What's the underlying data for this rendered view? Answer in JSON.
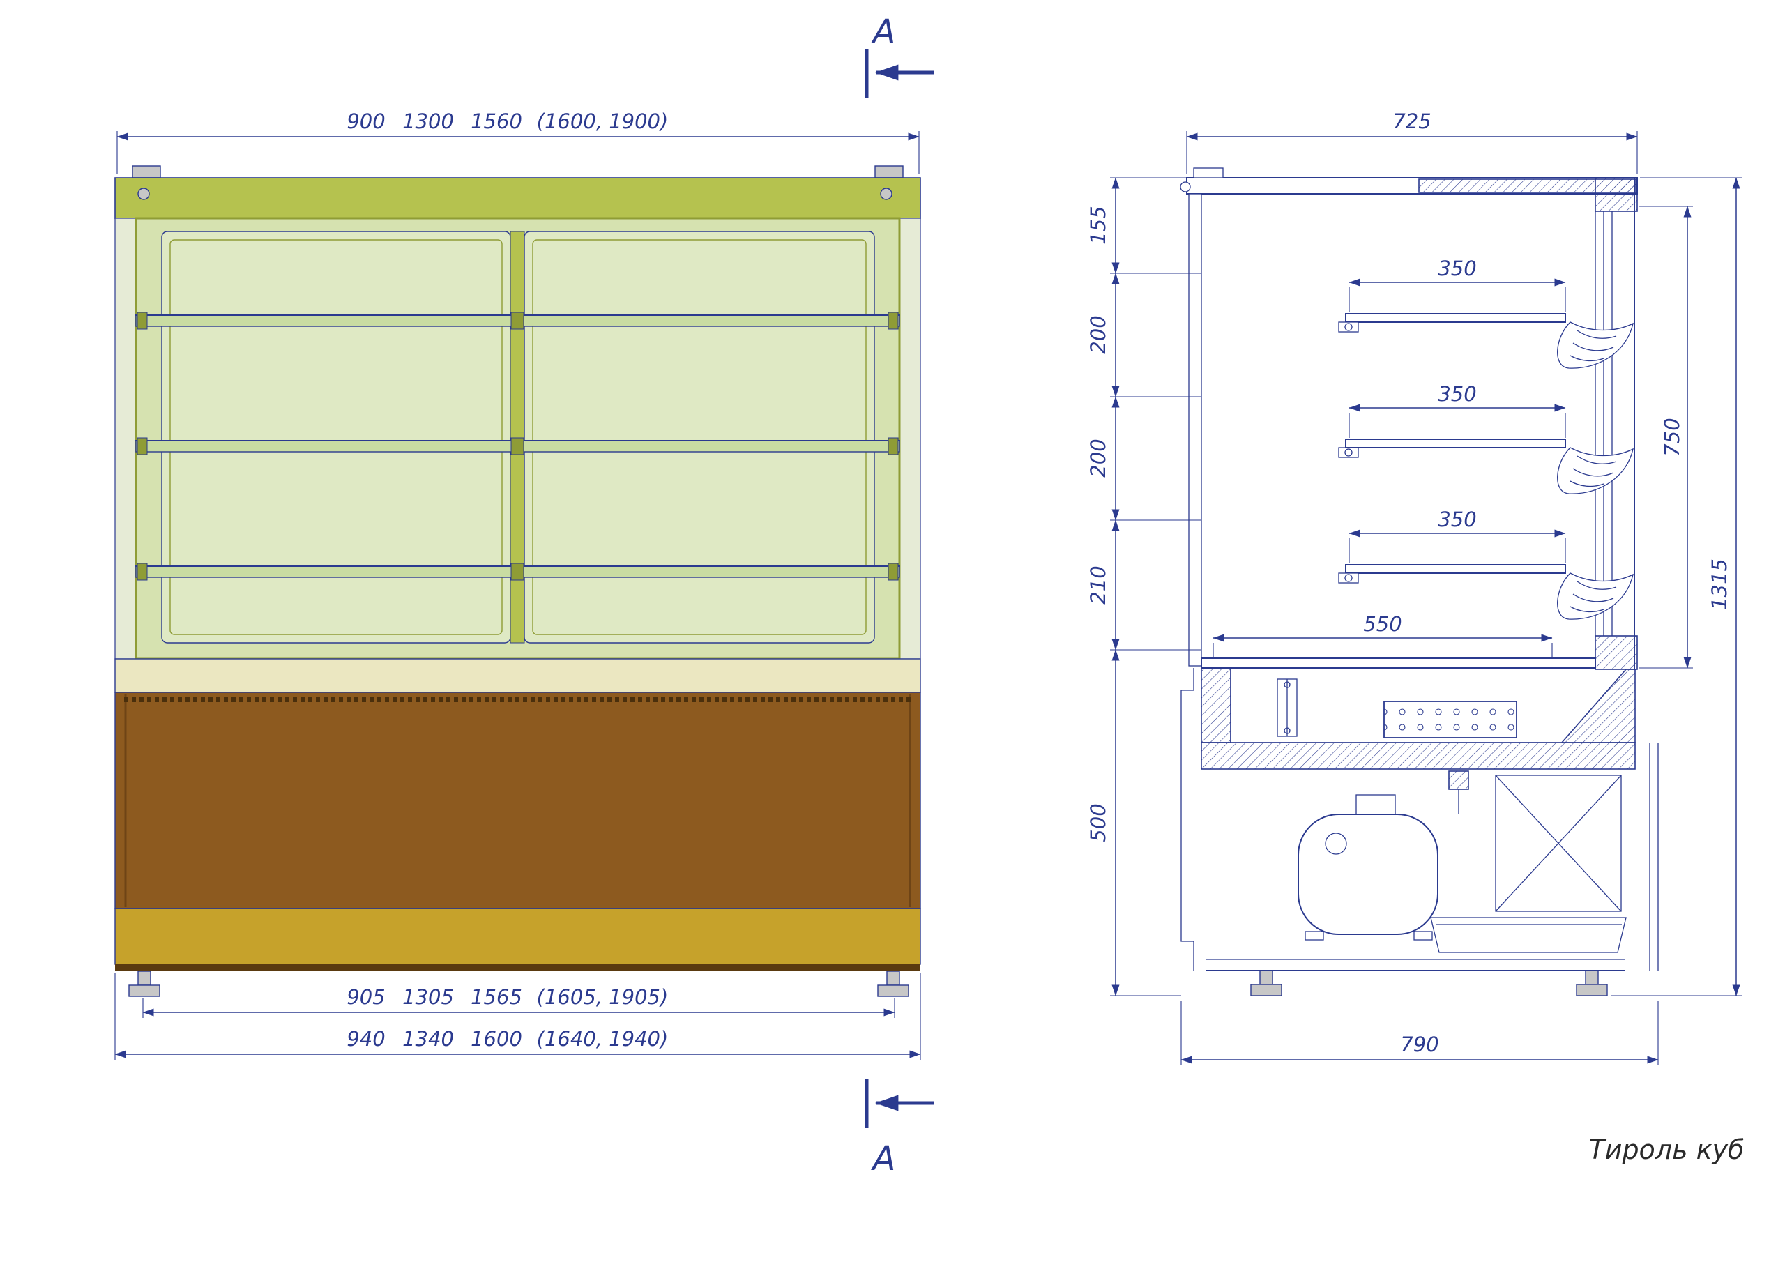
{
  "title": "Тироль куб",
  "section_marker": "A",
  "front_view": {
    "dim_top": [
      "900",
      "1300",
      "1560",
      "(1600, 1900)"
    ],
    "dim_feet": [
      "905",
      "1305",
      "1565",
      "(1605, 1905)"
    ],
    "dim_overall": [
      "940",
      "1340",
      "1600",
      "(1640, 1940)"
    ]
  },
  "side_view": {
    "dim_width_top": "725",
    "dim_width_bottom": "790",
    "heights": [
      "155",
      "200",
      "200",
      "210",
      "500"
    ],
    "shelf_depths": [
      "350",
      "350",
      "350"
    ],
    "deck_depth": "550",
    "glass_height": "750",
    "total_height": "1315"
  },
  "colors": {
    "line": "#2b3a8f",
    "frame-olive": "#b5c24f",
    "frame-olive-dark": "#8f9c36",
    "glass-green": "#d6e2b0",
    "door-green": "#dfe9c4",
    "shelf-green": "#c9dca2",
    "side-pale": "#e6ebd6",
    "counter-pale": "#ebe7c1",
    "base-brown": "#8d5a1f",
    "base-gold": "#c6a22b",
    "metal-gray": "#c7c7c7"
  }
}
